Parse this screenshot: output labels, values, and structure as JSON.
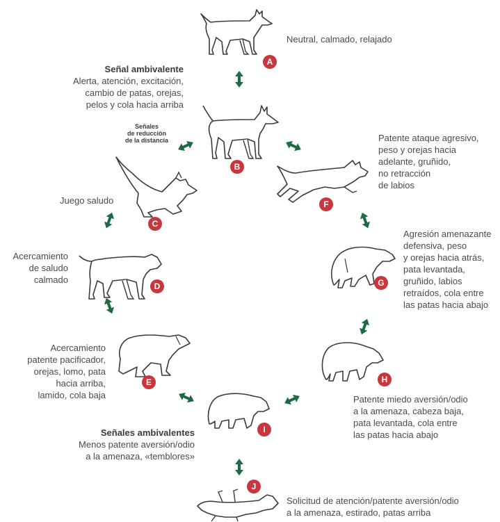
{
  "colors": {
    "badge": "#c8373e",
    "arrow": "#1d6b45",
    "text": "#4a4a4a",
    "dog_stroke": "#3a3a3a"
  },
  "badges": {
    "A": "A",
    "B": "B",
    "C": "C",
    "D": "D",
    "E": "E",
    "F": "F",
    "G": "G",
    "H": "H",
    "I": "I",
    "J": "J"
  },
  "labels": {
    "A": [
      "Neutral, calmado, relajado"
    ],
    "ambivalent_top": {
      "title": "Señal ambivalente",
      "lines": [
        "Alerta, atención, excitación,",
        "cambio de patas, orejas,",
        "pelos y cola hacia arriba"
      ]
    },
    "distance_reduction": [
      "Señales",
      "de reducción",
      "de la distancia"
    ],
    "F": [
      "Patente ataque agresivo,",
      "peso y orejas hacia",
      "adelante, gruñido,",
      "no retracción",
      "de labios"
    ],
    "C": [
      "Juego saludo"
    ],
    "G": [
      "Agresión amenazante",
      "defensiva, peso",
      "y orejas hacia atrás,",
      "pata levantada,",
      "gruñido, labios",
      "retraídos, cola entre",
      "las patas hacia abajo"
    ],
    "D": [
      "Acercamiento",
      "de saludo",
      "calmado"
    ],
    "E": [
      "Acercamiento",
      "patente pacificador,",
      "orejas, lomo, pata",
      "hacia arriba,",
      "lamido, cola baja"
    ],
    "H": [
      "Patente miedo aversión/odio",
      "a la amenaza, cabeza baja,",
      "pata levantada, cola entre",
      "las patas hacia abajo"
    ],
    "ambivalent_bottom": {
      "title": "Señales ambivalentes",
      "lines": [
        "Menos patente aversión/odio",
        "a la amenaza, «temblores»"
      ]
    },
    "J": [
      "Solicitud de atención/patente aversión/odio",
      "a la amenaza, estirado, patas arriba"
    ]
  },
  "dogs": {
    "A": "dog-standing-neutral",
    "B": "dog-standing-alert",
    "C": "dog-play-bow",
    "D": "dog-calm-approach",
    "E": "dog-appeasing-crouch",
    "F": "dog-lunging-attack",
    "G": "dog-defensive-crouch",
    "H": "dog-fearful-crouch",
    "I": "dog-hunched-trembling",
    "J": "dog-rolled-on-back"
  }
}
